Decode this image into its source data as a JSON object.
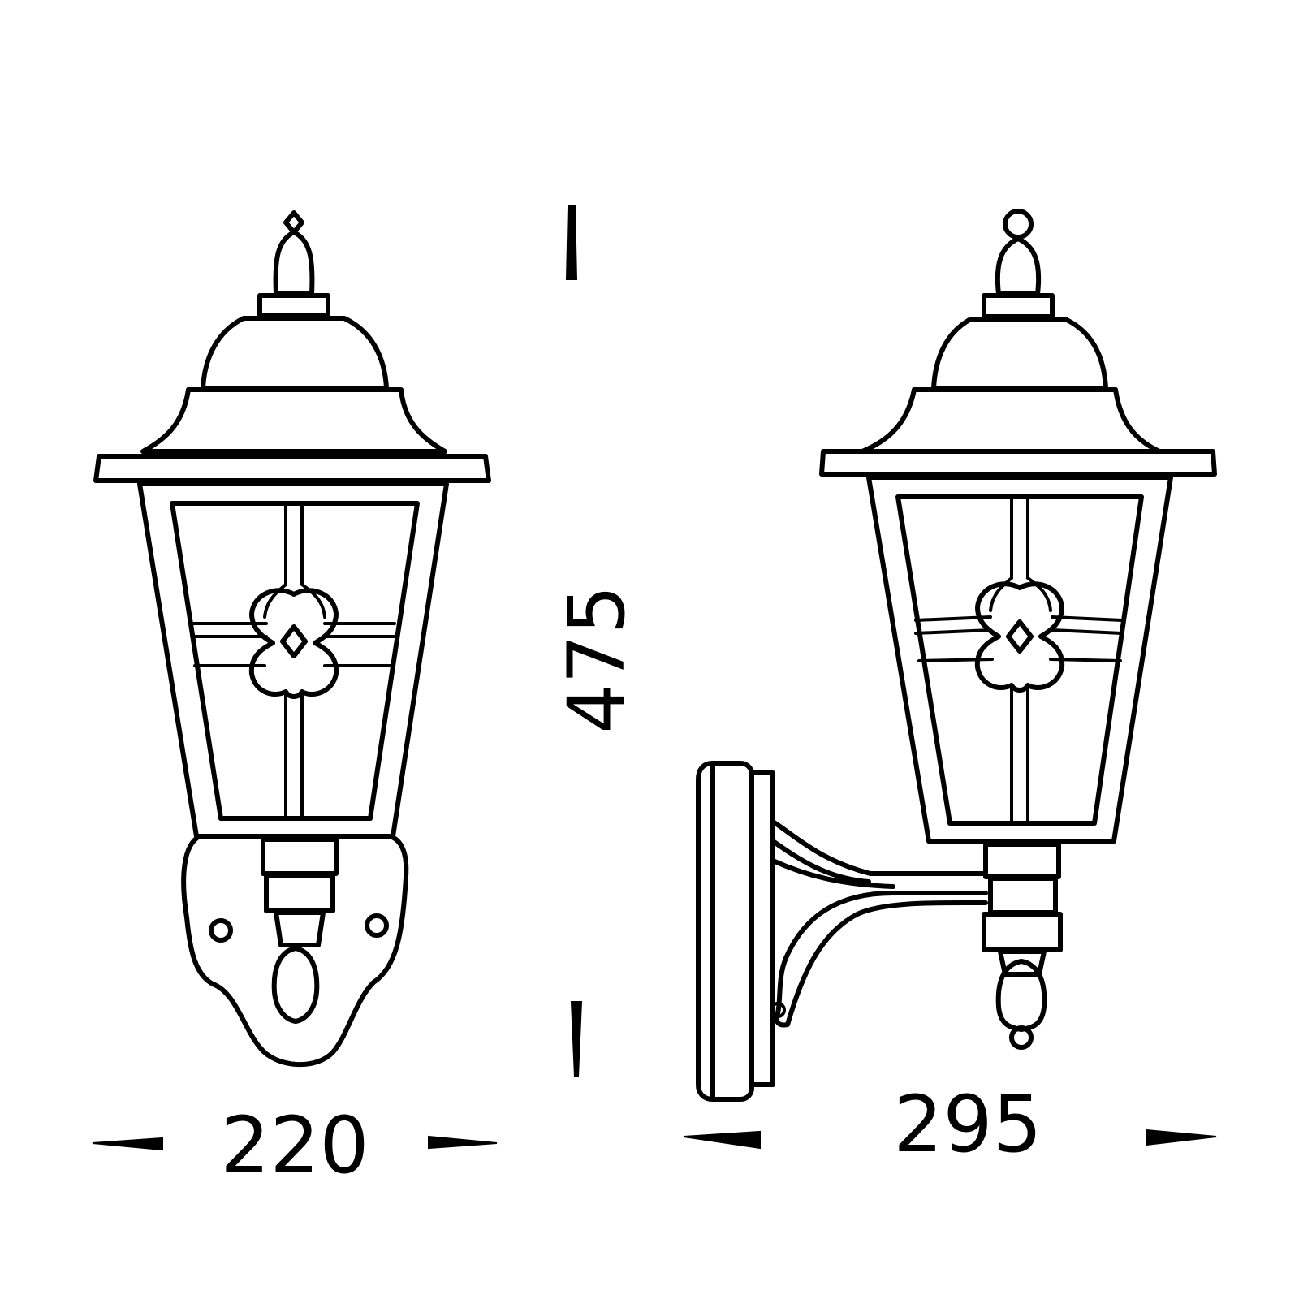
{
  "dimensions": {
    "front_width": "220",
    "height": "475",
    "side_depth": "295"
  },
  "colors": {
    "line": "#000000",
    "background": "#ffffff"
  }
}
